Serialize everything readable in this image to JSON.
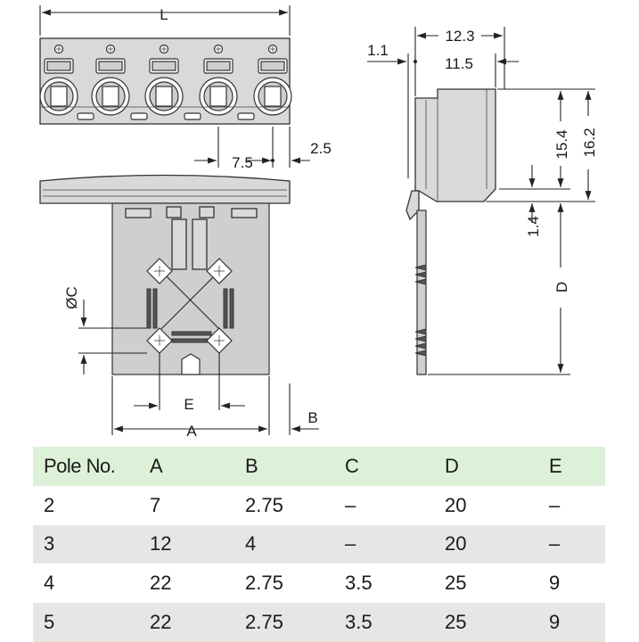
{
  "labels": {
    "L": "L",
    "d7_5": "7.5",
    "d2_5": "2.5",
    "d1_1": "1.1",
    "d12_3": "12.3",
    "d11_5": "11.5",
    "d15_4": "15.4",
    "d16_2": "16.2",
    "d1_4": "1.4",
    "D": "D",
    "C": "ØC",
    "E": "E",
    "A": "A",
    "B": "B"
  },
  "table": {
    "headers": [
      "Pole No.",
      "A",
      "B",
      "C",
      "D",
      "E"
    ],
    "rows": [
      [
        "2",
        "7",
        "2.75",
        "–",
        "20",
        "–"
      ],
      [
        "3",
        "12",
        "4",
        "–",
        "20",
        "–"
      ],
      [
        "4",
        "22",
        "2.75",
        "3.5",
        "25",
        "9"
      ],
      [
        "5",
        "22",
        "2.75",
        "3.5",
        "25",
        "9"
      ]
    ]
  }
}
